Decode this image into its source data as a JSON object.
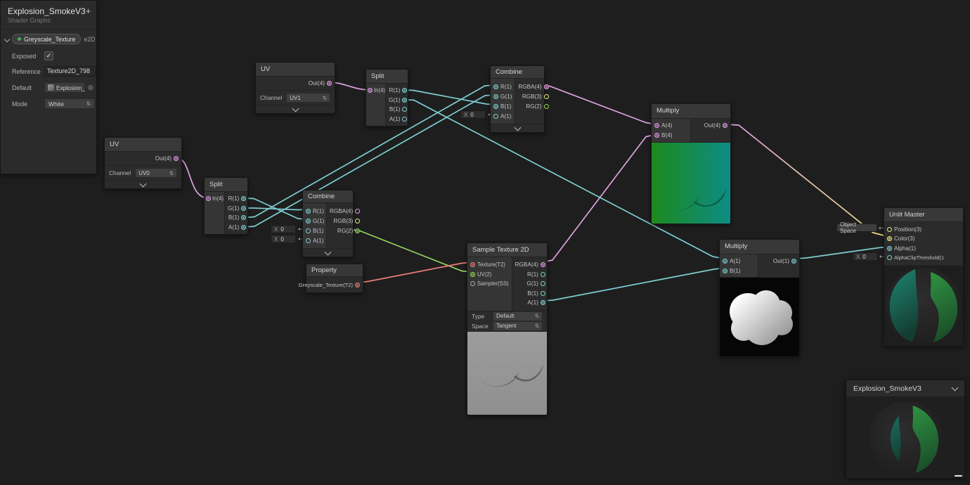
{
  "icons": {
    "plus": "+",
    "checkmark": "✓",
    "updown": "⇅",
    "picker": "◎"
  },
  "blackboard": {
    "title": "Explosion_SmokeV3",
    "subtitle": "Shader Graphs",
    "property_pill": "Greyscale_Texture",
    "type_suffix": "e2D",
    "exposed_label": "Exposed",
    "reference_label": "Reference",
    "reference_value": "Texture2D_798",
    "default_label": "Default",
    "default_value": "Explosion_",
    "mode_label": "Mode",
    "mode_value": "White"
  },
  "nodes": {
    "uv_top": {
      "title": "UV",
      "out": "Out(4)",
      "channel_label": "Channel",
      "channel_value": "UV1"
    },
    "uv_bottom": {
      "title": "UV",
      "out": "Out(4)",
      "channel_label": "Channel",
      "channel_value": "UV0"
    },
    "split_top": {
      "title": "Split",
      "in": "In(4)",
      "outputs": [
        "R(1)",
        "G(1)",
        "B(1)",
        "A(1)"
      ]
    },
    "split_bottom": {
      "title": "Split",
      "in": "In(4)",
      "outputs": [
        "R(1)",
        "G(1)",
        "B(1)",
        "A(1)"
      ]
    },
    "combine_top": {
      "title": "Combine",
      "inputs": [
        "R(1)",
        "G(1)",
        "B(1)",
        "A(1)"
      ],
      "outputs": [
        "RGBA(4)",
        "RGB(3)",
        "RG(2)"
      ]
    },
    "combine_bottom": {
      "title": "Combine",
      "inputs": [
        "R(1)",
        "G(1)",
        "B(1)",
        "A(1)"
      ],
      "outputs": [
        "RGBA(4)",
        "RGB(3)",
        "RG(2)"
      ]
    },
    "multiply_top": {
      "title": "Multiply",
      "a": "A(4)",
      "b": "B(4)",
      "out": "Out(4)"
    },
    "multiply_bottom": {
      "title": "Multiply",
      "a": "A(1)",
      "b": "B(1)",
      "out": "Out(1)"
    },
    "property": {
      "title": "Property",
      "out": "Greyscale_Texture(T2)"
    },
    "sample": {
      "title": "Sample Texture 2D",
      "inputs": [
        "Texture(T2)",
        "UV(2)",
        "Sampler(SS)"
      ],
      "outputs": [
        "RGBA(4)",
        "R(1)",
        "G(1)",
        "B(1)",
        "A(1)"
      ],
      "type_label": "Type",
      "type_value": "Default",
      "space_label": "Space",
      "space_value": "Tangent"
    },
    "master": {
      "title": "Unlit Master",
      "inputs": [
        "Position(3)",
        "Color(3)",
        "Alpha(1)",
        "AlphaClipThreshold(1"
      ],
      "position_default": "Object Space"
    }
  },
  "mini_field": {
    "label": "X",
    "value": "0"
  },
  "preview_panel": {
    "title": "Explosion_SmokeV3"
  },
  "colors": {
    "background": "#1e1e1e",
    "vector1_teal": "#7eced2",
    "vector2_green": "#97d45f",
    "vector3_yellow": "#ede57b",
    "vector4_pink": "#e19de4",
    "texture_red": "#eb7e7e",
    "exposed_dot_green": "#4caf50"
  }
}
